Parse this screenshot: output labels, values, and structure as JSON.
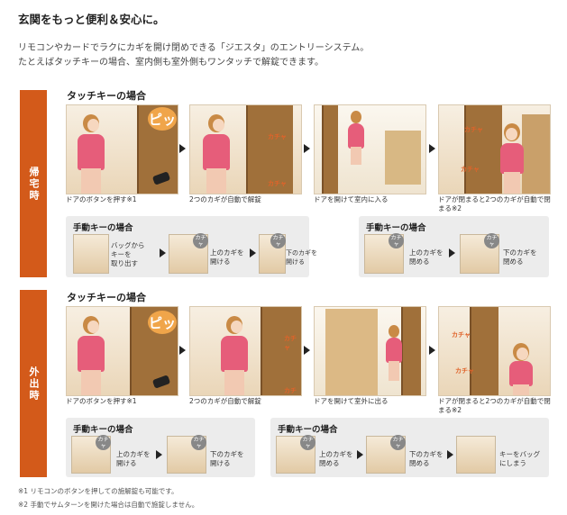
{
  "title": "玄関をもっと便利＆安心に。",
  "intro": [
    "リモコンやカードでラクにカギを開け閉めできる「ジエスタ」のエントリーシステム。",
    "たとえばタッチキーの場合、室内側も室外側もワンタッチで解錠できます。"
  ],
  "home": {
    "side_label": "帰宅時",
    "heading": "タッチキーの場合",
    "pip": "ピッ",
    "kacha": "カチャ",
    "captions": [
      "ドアのボタンを押す※1",
      "2つのカギが自動で解錠",
      "ドアを開けて室内に入る",
      "ドアが閉まると2つのカギが自動で閉まる※2"
    ],
    "manual_left": {
      "heading": "手動キーの場合",
      "steps": [
        "バッグから\nキーを\n取り出す",
        "上のカギを\n開ける",
        "下のカギを\n開ける"
      ]
    },
    "manual_right": {
      "heading": "手動キーの場合",
      "steps": [
        "上のカギを\n閉める",
        "下のカギを\n閉める"
      ]
    }
  },
  "out": {
    "side_label": "外出時",
    "heading": "タッチキーの場合",
    "pip": "ピッ",
    "kacha": "カチャ",
    "captions": [
      "ドアのボタンを押す※1",
      "2つのカギが自動で解錠",
      "ドアを開けて室外に出る",
      "ドアが閉まると2つのカギが自動で閉まる※2"
    ],
    "manual_left": {
      "heading": "手動キーの場合",
      "steps": [
        "上のカギを\n開ける",
        "下のカギを\n開ける"
      ]
    },
    "manual_right": {
      "heading": "手動キーの場合",
      "steps": [
        "上のカギを\n閉める",
        "下のカギを\n閉める",
        "キーをバッグ\nにしまう"
      ]
    }
  },
  "tag": "カチャ",
  "footnotes": [
    "※1 リモコンのボタンを押しての施解錠も可能です。",
    "※2 手動でサムターンを開けた場合は自動で施錠しません。"
  ]
}
